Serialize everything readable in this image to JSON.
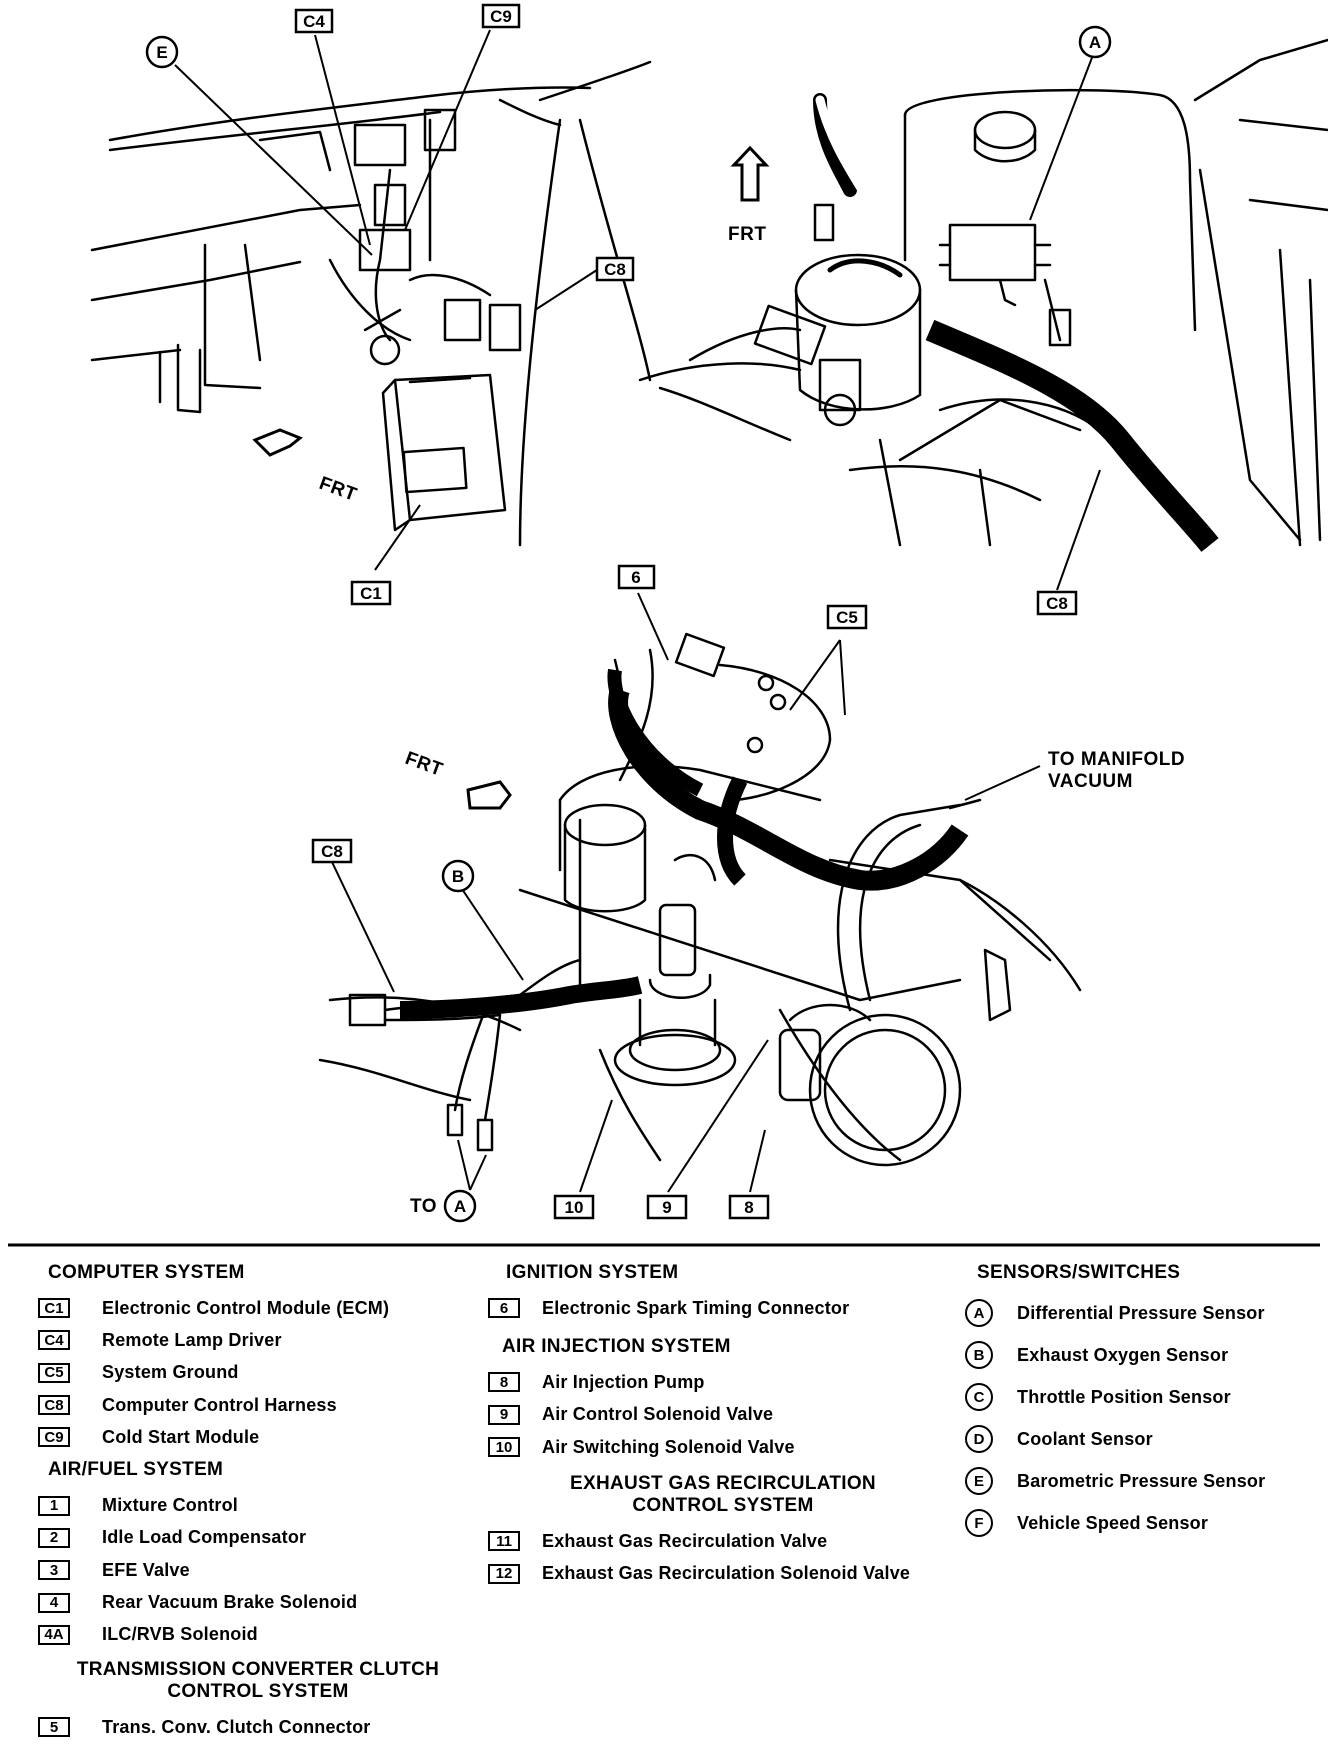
{
  "diagram": {
    "callouts": {
      "top_left": {
        "c4": "C4",
        "c9": "C9",
        "e": "E",
        "c8": "C8",
        "c1": "C1",
        "frt": "FRT"
      },
      "top_right": {
        "a": "A",
        "frt": "FRT",
        "c8": "C8"
      },
      "bottom": {
        "six": "6",
        "c5": "C5",
        "frt": "FRT",
        "c8": "C8",
        "b": "B",
        "to_manifold_line1": "TO MANIFOLD",
        "to_manifold_line2": "VACUUM",
        "to": "TO",
        "to_a": "A",
        "ten": "10",
        "nine": "9",
        "eight": "8"
      }
    }
  },
  "legend": {
    "computer": {
      "title": "COMPUTER SYSTEM",
      "items": [
        {
          "code": "C1",
          "label": "Electronic Control Module (ECM)"
        },
        {
          "code": "C4",
          "label": "Remote Lamp Driver"
        },
        {
          "code": "C5",
          "label": "System Ground"
        },
        {
          "code": "C8",
          "label": "Computer Control Harness"
        },
        {
          "code": "C9",
          "label": "Cold Start Module"
        }
      ]
    },
    "airfuel": {
      "title": "AIR/FUEL SYSTEM",
      "items": [
        {
          "code": "1",
          "label": "Mixture Control"
        },
        {
          "code": "2",
          "label": "Idle Load Compensator"
        },
        {
          "code": "3",
          "label": "EFE Valve"
        },
        {
          "code": "4",
          "label": "Rear Vacuum Brake Solenoid"
        },
        {
          "code": "4A",
          "label": "ILC/RVB Solenoid"
        }
      ]
    },
    "tcc": {
      "title_line1": "TRANSMISSION CONVERTER CLUTCH",
      "title_line2": "CONTROL SYSTEM",
      "items": [
        {
          "code": "5",
          "label": "Trans. Conv. Clutch Connector"
        }
      ]
    },
    "ignition": {
      "title": "IGNITION SYSTEM",
      "items": [
        {
          "code": "6",
          "label": "Electronic Spark Timing Connector"
        }
      ]
    },
    "air_injection": {
      "title": "AIR INJECTION SYSTEM",
      "items": [
        {
          "code": "8",
          "label": "Air Injection Pump"
        },
        {
          "code": "9",
          "label": "Air Control Solenoid Valve"
        },
        {
          "code": "10",
          "label": "Air Switching Solenoid Valve"
        }
      ]
    },
    "egr": {
      "title_line1": "EXHAUST GAS RECIRCULATION",
      "title_line2": "CONTROL SYSTEM",
      "items": [
        {
          "code": "11",
          "label": "Exhaust Gas Recirculation Valve"
        },
        {
          "code": "12",
          "label": "Exhaust Gas Recirculation Solenoid Valve"
        }
      ]
    },
    "sensors": {
      "title": "SENSORS/SWITCHES",
      "items": [
        {
          "code": "A",
          "label": "Differential Pressure Sensor"
        },
        {
          "code": "B",
          "label": "Exhaust Oxygen Sensor"
        },
        {
          "code": "C",
          "label": "Throttle Position Sensor"
        },
        {
          "code": "D",
          "label": "Coolant Sensor"
        },
        {
          "code": "E",
          "label": "Barometric Pressure Sensor"
        },
        {
          "code": "F",
          "label": "Vehicle Speed Sensor"
        }
      ]
    }
  }
}
